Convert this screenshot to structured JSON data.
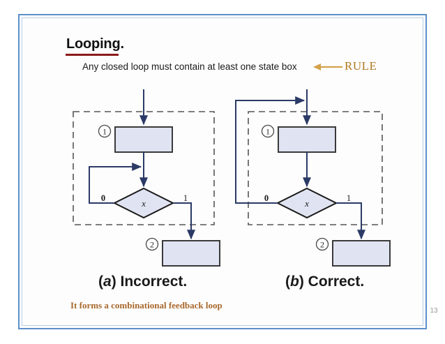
{
  "slide": {
    "title": "Looping.",
    "rule_statement": "Any closed loop must contain at least one state box",
    "rule_label": "RULE",
    "footnote": "It forms a combinational feedback loop",
    "page_number": "13"
  },
  "captions": {
    "left_prefix": "(a)",
    "left_letter": "a",
    "left_text": "Incorrect.",
    "right_prefix": "(b)",
    "right_letter": "b",
    "right_text": "Correct."
  },
  "diagrams": {
    "left": {
      "name": "incorrect-flowchart",
      "state_box_marker": "1",
      "output_box_marker": "2",
      "decision_label": "x",
      "branch_false": "0",
      "branch_true": "1",
      "loop_inside_dashed_region": true
    },
    "right": {
      "name": "correct-flowchart",
      "state_box_marker": "1",
      "output_box_marker": "2",
      "decision_label": "x",
      "branch_false": "0",
      "branch_true": "1",
      "loop_inside_dashed_region": false
    }
  },
  "colors": {
    "frame_outer": "#5b8fc9",
    "frame_inner": "#b6cde6",
    "title_underline": "#8c1b1b",
    "rule_accent": "#b07820",
    "footnote": "#a9682c",
    "box_fill": "#e0e4f2",
    "box_stroke": "#3a3a3a",
    "connector": "#2b3a66",
    "dashed_region": "#555555",
    "page_number": "#9a9a9a"
  }
}
